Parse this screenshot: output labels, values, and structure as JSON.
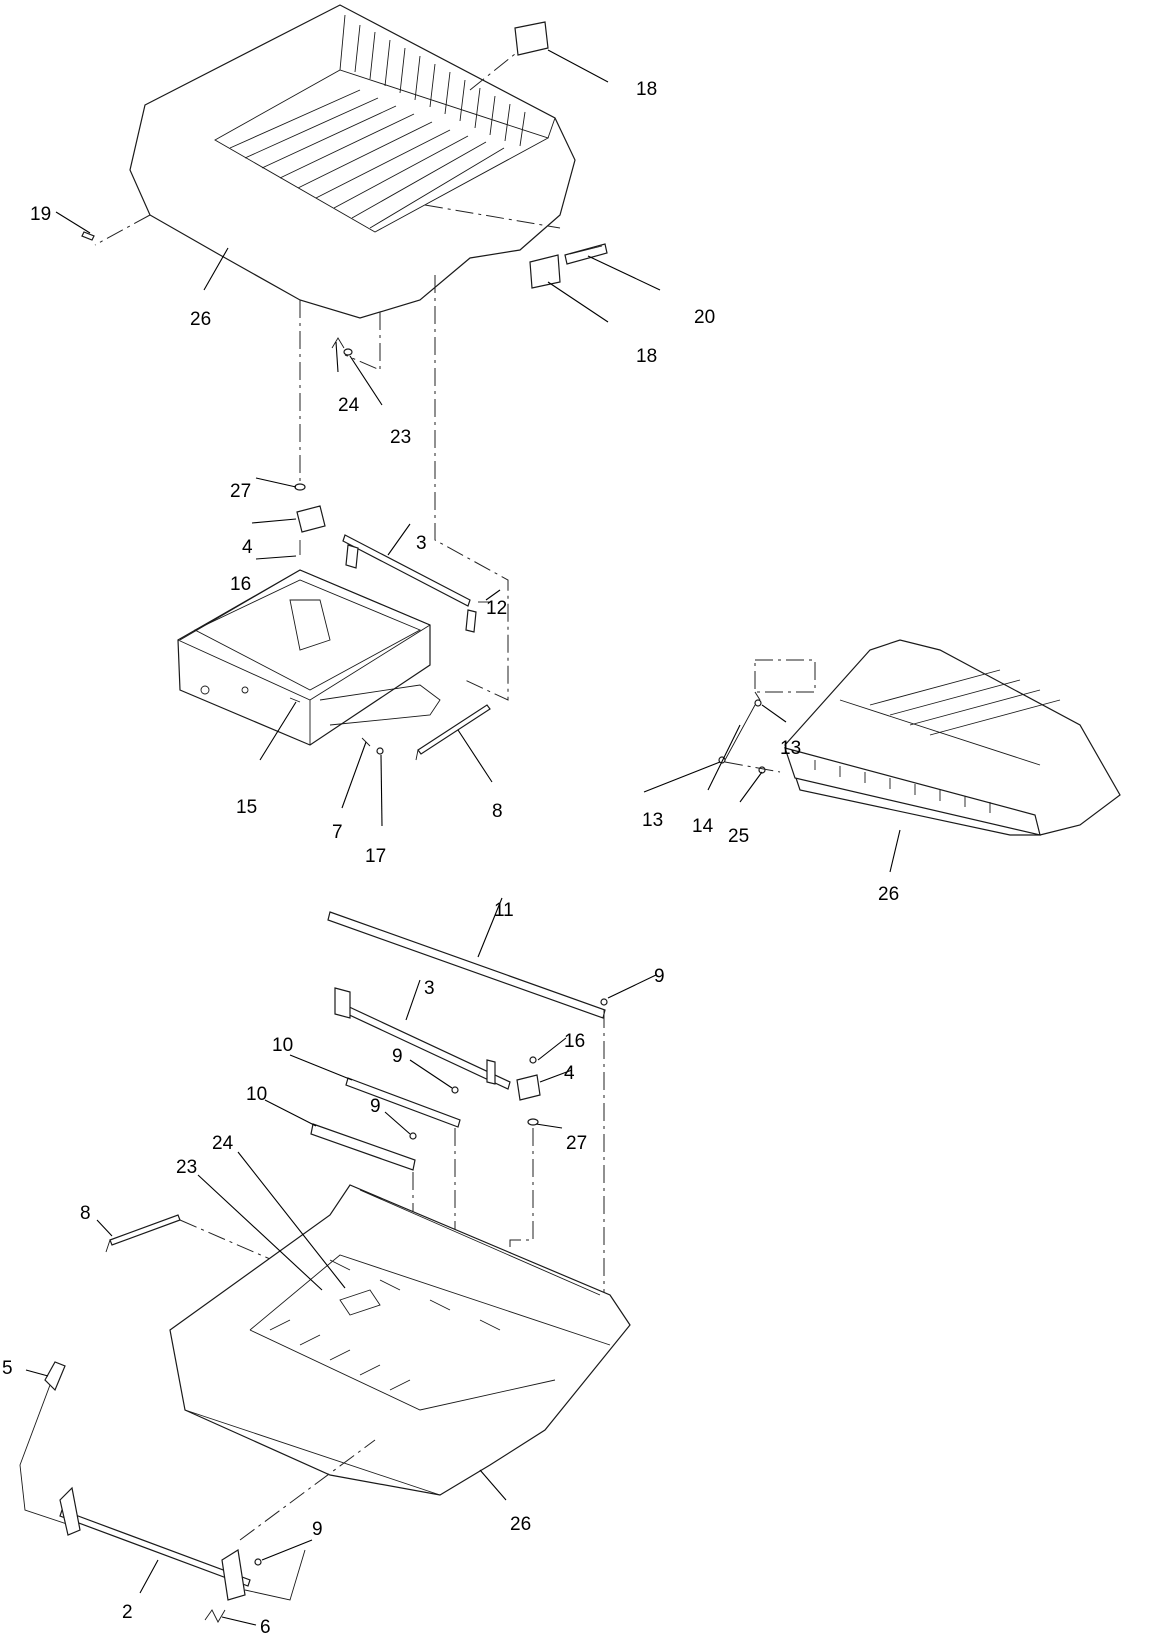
{
  "diagram": {
    "callouts": {
      "c18a": "18",
      "c19": "19",
      "c26a": "26",
      "c20": "20",
      "c18b": "18",
      "c24a": "24",
      "c23a": "23",
      "c27a": "27",
      "c4a": "4",
      "c3a": "3",
      "c16a": "16",
      "c12": "12",
      "c15": "15",
      "c7": "7",
      "c17": "17",
      "c8a": "8",
      "c13a": "13",
      "c13b": "13",
      "c14": "14",
      "c25": "25",
      "c26b": "26",
      "c11": "11",
      "c9a": "9",
      "c3b": "3",
      "c16b": "16",
      "c4b": "4",
      "c10a": "10",
      "c9b": "9",
      "c10b": "10",
      "c9c": "9",
      "c27b": "27",
      "c24b": "24",
      "c23b": "23",
      "c8b": "8",
      "c5": "5",
      "c26c": "26",
      "c9d": "9",
      "c2": "2",
      "c6": "6"
    }
  }
}
